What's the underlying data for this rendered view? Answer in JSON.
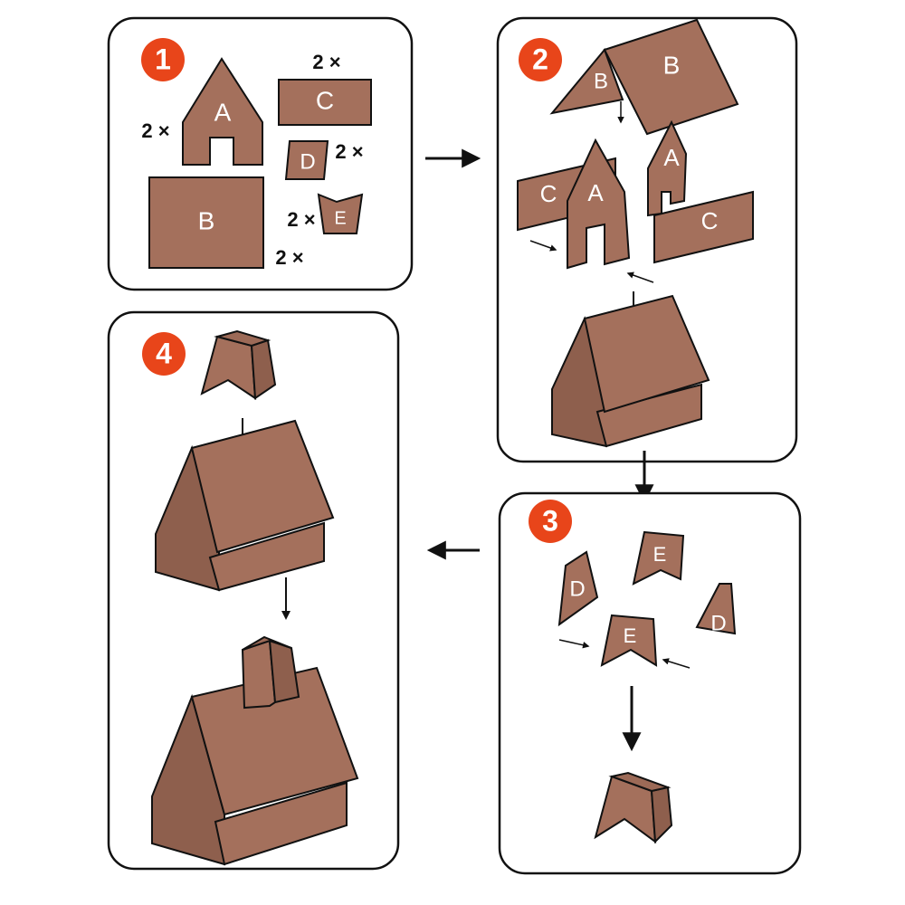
{
  "colors": {
    "piece_fill": "#a4705c",
    "piece_side": "#8e5f4d",
    "piece_stroke": "#111111",
    "badge": "#e8451a",
    "panel_border": "#111111",
    "arrow": "#111111"
  },
  "steps": [
    {
      "number": "1"
    },
    {
      "number": "2"
    },
    {
      "number": "3"
    },
    {
      "number": "4"
    }
  ],
  "pieces": {
    "a": "A",
    "b": "B",
    "c": "C",
    "d": "D",
    "e": "E"
  },
  "quantity": "2 ×"
}
